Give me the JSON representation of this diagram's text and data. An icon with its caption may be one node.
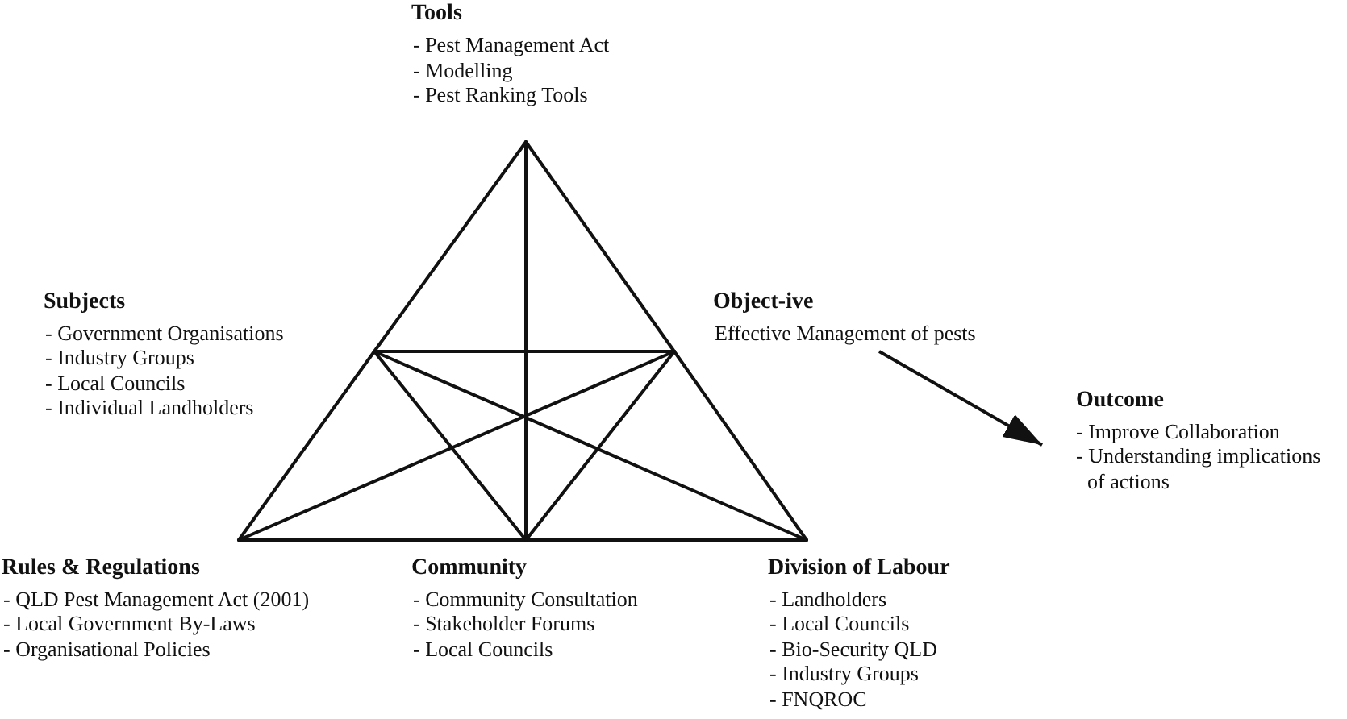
{
  "diagram": {
    "nodes": [
      {
        "text": [
          "Tools",
          "- Pest Management Act",
          "- Modelling",
          "- Pest Ranking Tools"
        ]
      },
      {
        "text": [
          "Subjects",
          "- Government Organisations",
          "- Industry Groups",
          "- Local Councils",
          "- Individual Landholders"
        ]
      },
      {
        "text": [
          "Object-ive",
          "Effective Management of pests"
        ]
      },
      {
        "text": [
          "Outcome",
          "- Improve Collaboration",
          "- Understanding implications of actions"
        ]
      },
      {
        "text": [
          "Rules & Regulations",
          "- QLD Pest Management Act (2001)",
          "- Local Government By-Laws",
          "- Organisational Policies"
        ]
      },
      {
        "text": [
          "Community",
          "- Community Consultation",
          "- Stakeholder Forums",
          "- Local Councils"
        ]
      },
      {
        "text": [
          "Division of Labour",
          "- Landholders",
          "- Local Councils",
          "- Bio-Security QLD",
          "- Industry Groups",
          "- FNQROC"
        ]
      }
    ],
    "edges": [
      {
        "from": 0,
        "to": 1,
        "arrow": "none"
      },
      {
        "from": 1,
        "to": 4,
        "arrow": "none"
      },
      {
        "from": 0,
        "to": 2,
        "arrow": "none"
      },
      {
        "from": 2,
        "to": 6,
        "arrow": "none"
      },
      {
        "from": 4,
        "to": 5,
        "arrow": "none"
      },
      {
        "from": 5,
        "to": 6,
        "arrow": "none"
      },
      {
        "from": 1,
        "to": 2,
        "arrow": "none"
      },
      {
        "from": 0,
        "to": 5,
        "arrow": "none"
      },
      {
        "from": 1,
        "to": 5,
        "arrow": "none"
      },
      {
        "from": 2,
        "to": 5,
        "arrow": "none"
      },
      {
        "from": 1,
        "to": 6,
        "arrow": "none"
      },
      {
        "from": 2,
        "to": 4,
        "arrow": "none"
      },
      {
        "from": 2,
        "to": 3,
        "arrow": "to"
      }
    ]
  }
}
